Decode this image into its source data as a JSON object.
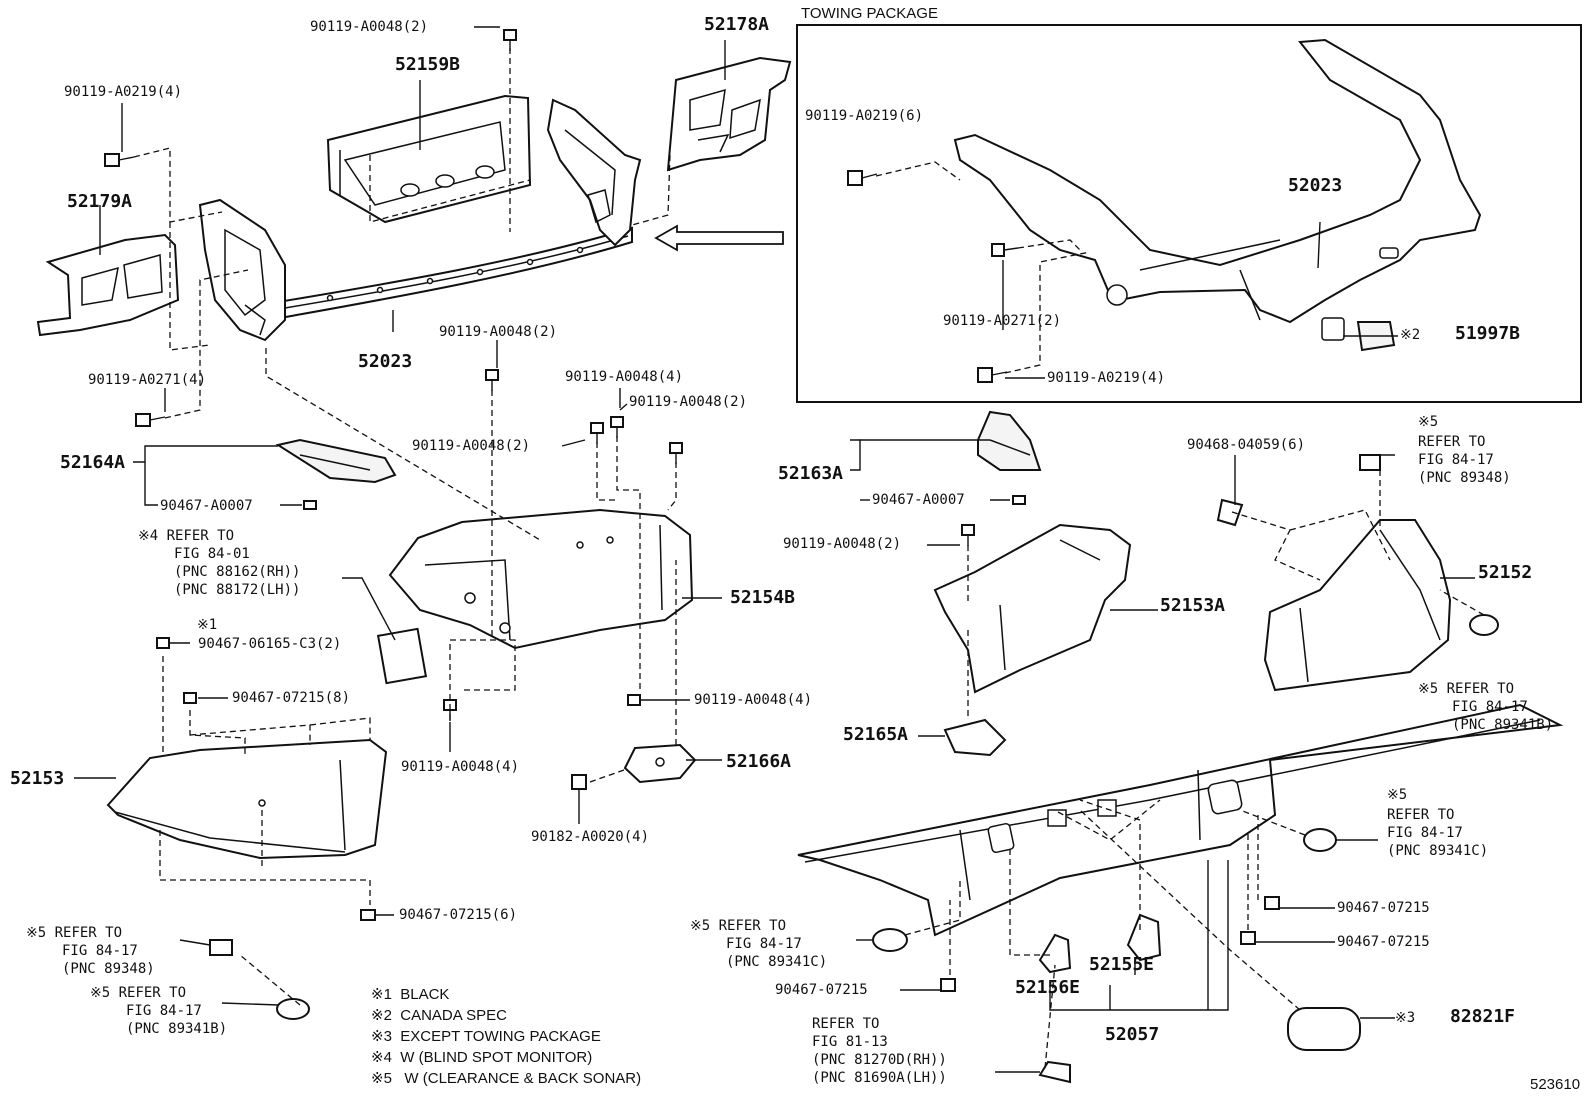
{
  "labels": {
    "towing_package": "TOWING PACKAGE",
    "p_90119_A0048_2_top": "90119-A0048(2)",
    "p_52178A": "52178A",
    "p_52159B": "52159B",
    "p_90119_A0219_4": "90119-A0219(4)",
    "p_52179A": "52179A",
    "p_52023_main": "52023",
    "p_90119_A0048_2_mid": "90119-A0048(2)",
    "p_90119_A0048_4_a": "90119-A0048(4)",
    "p_90119_A0048_2_b": "90119-A0048(2)",
    "p_90119_A0271_4": "90119-A0271(4)",
    "p_90119_A0048_2_c": "90119-A0048(2)",
    "p_52164A": "52164A",
    "p_90467_A0007_left": "90467-A0007",
    "ref4_l1": "※4 REFER TO",
    "ref4_l2": "FIG 84-01",
    "ref4_l3": "(PNC 88162(RH))",
    "ref4_l4": "(PNC 88172(LH))",
    "p_52154B": "52154B",
    "mark1": "※1",
    "p_90467_06165_C3_2": "90467-06165-C3(2)",
    "p_90467_07215_8": "90467-07215(8)",
    "p_90119_A0048_4_b": "90119-A0048(4)",
    "p_90119_A0048_4_c": "90119-A0048(4)",
    "p_52166A": "52166A",
    "p_52153": "52153",
    "p_90182_A0020_4": "90182-A0020(4)",
    "p_90467_07215_6": "90467-07215(6)",
    "ref5a_l1": "※5 REFER TO",
    "ref5a_l2": "FIG 84-17",
    "ref5a_l3": "(PNC 89348)",
    "ref5b_l1": "※5 REFER TO",
    "ref5b_l2": "FIG 84-17",
    "ref5b_l3": "(PNC 89341B)",
    "p_90119_A0219_6": "90119-A0219(6)",
    "p_52023_tow": "52023",
    "p_90119_A0271_2": "90119-A0271(2)",
    "p_51997B_mark": "※2",
    "p_51997B": "51997B",
    "p_90119_A0219_4_tow": "90119-A0219(4)",
    "ref5c_mark": "※5",
    "ref5c_l1": "REFER TO",
    "ref5c_l2": "FIG 84-17",
    "ref5c_l3": "(PNC 89348)",
    "p_90468_04059_6": "90468-04059(6)",
    "p_52163A": "52163A",
    "p_90467_A0007_right": "90467-A0007",
    "p_90119_A0048_2_right": "90119-A0048(2)",
    "p_52152": "52152",
    "p_52153A": "52153A",
    "ref5d_l1": "※5 REFER TO",
    "ref5d_l2": "FIG 84-17",
    "ref5d_l3": "(PNC 89341B)",
    "p_52165A": "52165A",
    "ref5e_mark": "※5",
    "ref5e_l1": "REFER TO",
    "ref5e_l2": "FIG 84-17",
    "ref5e_l3": "(PNC 89341C)",
    "p_90467_07215_a": "90467-07215",
    "ref5f_l1": "※5 REFER TO",
    "ref5f_l2": "FIG 84-17",
    "ref5f_l3": "(PNC 89341C)",
    "p_90467_07215_b": "90467-07215",
    "p_52155E": "52155E",
    "p_90467_07215_c": "90467-07215",
    "p_52156E": "52156E",
    "p_82821F_mark": "※3",
    "p_82821F": "82821F",
    "p_52057": "52057",
    "ref81_l1": "REFER TO",
    "ref81_l2": "FIG 81-13",
    "ref81_l3": "(PNC 81270D(RH))",
    "ref81_l4": "(PNC 81690A(LH))",
    "figure_number": "523610"
  },
  "legend": {
    "n1": "※1  BLACK",
    "n2": "※2  CANADA SPEC",
    "n3": "※3  EXCEPT TOWING PACKAGE",
    "n4": "※4  W (BLIND SPOT MONITOR)",
    "n5": "※5   W (CLEARANCE & BACK SONAR)"
  }
}
